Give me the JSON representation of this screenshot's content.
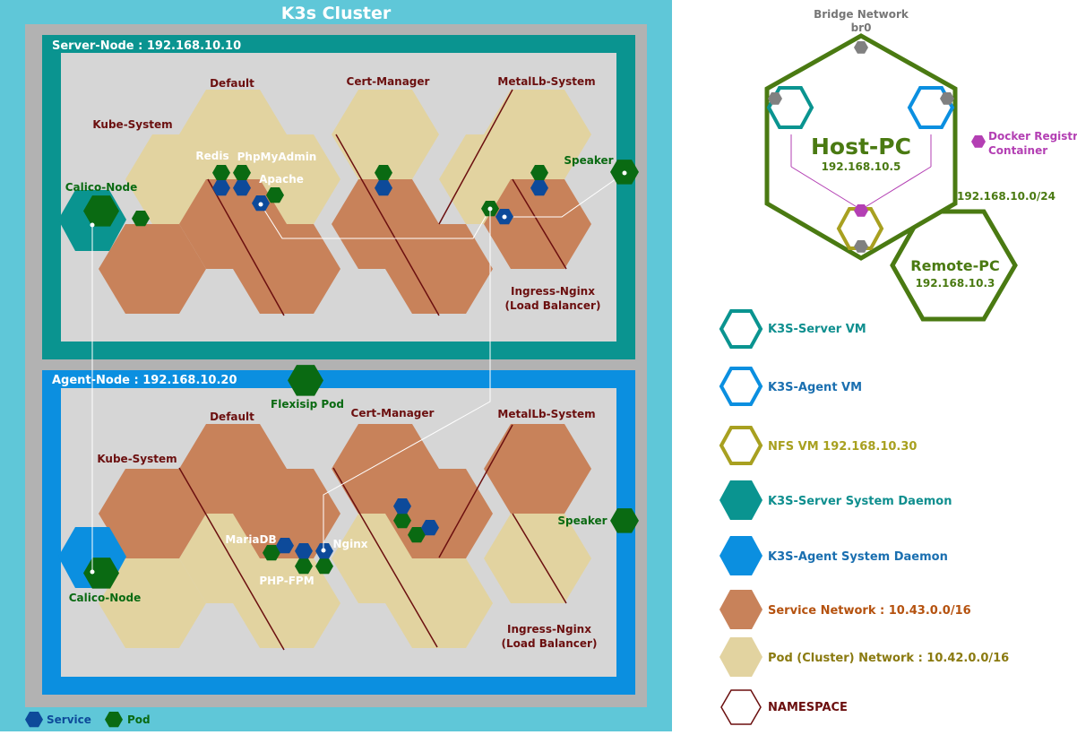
{
  "cluster": {
    "title": "K3s Cluster",
    "server_node": {
      "title": "Server-Node : 192.168.10.10",
      "namespaces": [
        "Kube-System",
        "Default",
        "Cert-Manager",
        "MetalLb-System"
      ],
      "ingress": [
        "Ingress-Nginx",
        "(Load Balancer)"
      ],
      "pods": {
        "calico": "Calico-Node",
        "redis": "Redis",
        "phpmyadmin": "PhpMyAdmin",
        "apache": "Apache",
        "speaker": "Speaker"
      }
    },
    "agent_node": {
      "title": "Agent-Node : 192.168.10.20",
      "namespaces": [
        "Kube-System",
        "Default",
        "Cert-Manager",
        "MetalLb-System"
      ],
      "ingress": [
        "Ingress-Nginx",
        "(Load Balancer)"
      ],
      "pods": {
        "calico": "Calico-Node",
        "mariadb": "MariaDB",
        "nginx": "Nginx",
        "phpfpm": "PHP-FPM",
        "speaker": "Speaker"
      }
    },
    "flexisip": "Flexisip Pod",
    "mini_legend": {
      "service": "Service",
      "pod": "Pod"
    }
  },
  "network": {
    "bridge_title": "Bridge Network",
    "bridge_name": "br0",
    "host_pc": "Host-PC",
    "host_ip": "192.168.10.5",
    "subnet": "192.168.10.0/24",
    "remote_pc": "Remote-PC",
    "remote_ip": "192.168.10.3",
    "docker_registry": [
      "Docker Registry",
      "Container"
    ]
  },
  "legend": [
    {
      "label": "K3S-Server VM",
      "color": "#0f8f8f"
    },
    {
      "label": "K3S-Agent VM",
      "color": "#1a8fe0"
    },
    {
      "label": "NFS VM 192.168.10.30",
      "color": "#a8a020"
    },
    {
      "label": "K3S-Server System Daemon",
      "color": "#0f8f8f"
    },
    {
      "label": "K3S-Agent System Daemon",
      "color": "#1a6fb0"
    },
    {
      "label": "Service Network : 10.43.0.0/16",
      "color": "#b5520f"
    },
    {
      "label": "Pod (Cluster) Network : 10.42.0.0/16",
      "color": "#8a7a10"
    },
    {
      "label": "NAMESPACE",
      "color": "#6b0f0f"
    }
  ],
  "colors": {
    "cluster_bg": "#5fc7d8",
    "server_vm": "#0a9490",
    "agent_vm": "#0b8fe0",
    "service_net": "#c8825a",
    "pod_net": "#e2d3a0",
    "pod": "#0a6a12",
    "service": "#0d4a9a",
    "host": "#4a7a12",
    "namespace": "#6b0f0f"
  }
}
